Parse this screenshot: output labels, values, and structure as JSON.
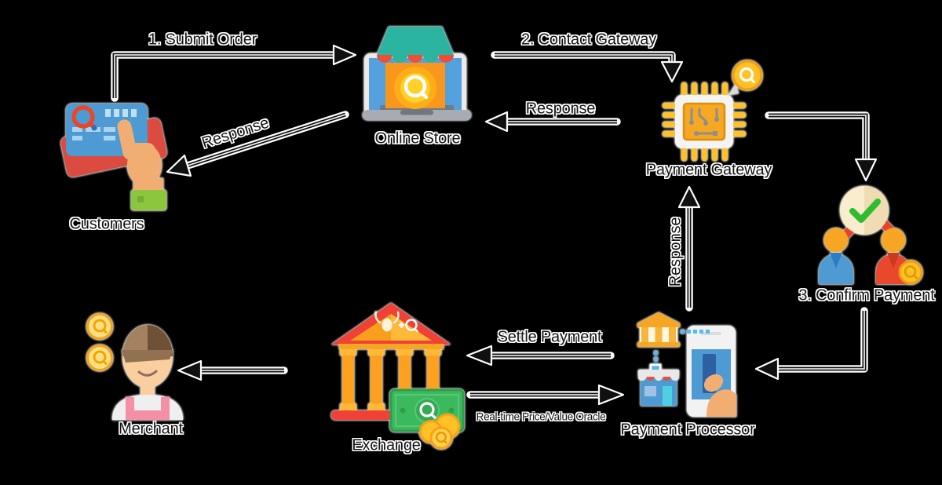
{
  "nodes": [
    {
      "id": "customers",
      "label": "Customers"
    },
    {
      "id": "online-store",
      "label": "Online Store"
    },
    {
      "id": "payment-gateway",
      "label": "Payment Gateway"
    },
    {
      "id": "confirm-payment",
      "label": "3. Confirm Payment"
    },
    {
      "id": "payment-processor",
      "label": "Payment Processor"
    },
    {
      "id": "exchange",
      "label": "Exchange"
    },
    {
      "id": "merchant",
      "label": "Merchant"
    }
  ],
  "edges": [
    {
      "id": "submit-order",
      "from": "customers",
      "to": "online-store",
      "label": "1. Submit Order"
    },
    {
      "id": "store-response",
      "from": "online-store",
      "to": "customers",
      "label": "Response"
    },
    {
      "id": "contact-gateway",
      "from": "online-store",
      "to": "payment-gateway",
      "label": "2. Contact Gateway"
    },
    {
      "id": "gateway-response",
      "from": "payment-gateway",
      "to": "online-store",
      "label": "Response"
    },
    {
      "id": "gateway-to-confirm",
      "from": "payment-gateway",
      "to": "confirm-payment",
      "label": ""
    },
    {
      "id": "processor-response",
      "from": "payment-processor",
      "to": "payment-gateway",
      "label": "Response"
    },
    {
      "id": "confirm-to-processor",
      "from": "confirm-payment",
      "to": "payment-processor",
      "label": ""
    },
    {
      "id": "settle-payment",
      "from": "payment-processor",
      "to": "exchange",
      "label": "Settle Payment"
    },
    {
      "id": "price-oracle",
      "from": "exchange",
      "to": "payment-processor",
      "label": "Real-time Price/Value Oracle"
    },
    {
      "id": "exchange-to-merchant",
      "from": "exchange",
      "to": "merchant",
      "label": ""
    }
  ],
  "colors": {
    "background": "#000000",
    "arrow": "#101010",
    "label_text": "#141414",
    "coin_gold": "#FFC125",
    "card_blue": "#4E9BD4",
    "store_teal": "#2BB5A0",
    "accent_red": "#EF4136",
    "accent_orange": "#F6A623",
    "money_green": "#3CB95D",
    "check_green": "#2EBD2E",
    "hand_skin": "#F2AE72",
    "cuff_green": "#8CC63F",
    "apron_pink": "#F48FA5"
  }
}
